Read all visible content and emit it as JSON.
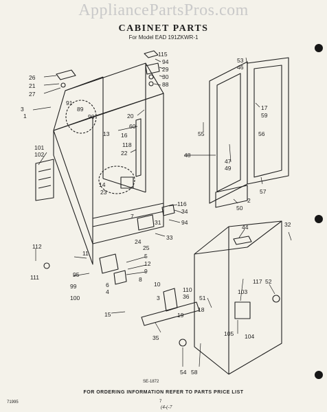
{
  "header": {
    "watermark": "AppliancePartsPros.com",
    "title": "CABINET PARTS",
    "subtitle": "For Model EAD 191ZKWR-1"
  },
  "footer": {
    "diagram_code": "SE-1872",
    "note": "FOR ORDERING INFORMATION REFER TO PARTS PRICE LIST",
    "corner_code": "71995",
    "page_ref": "7",
    "handwritten_ref": "(4-(-7"
  },
  "callouts": [
    "115",
    "94",
    "29",
    "30",
    "88",
    "26",
    "21",
    "27",
    "3",
    "91",
    "89",
    "90",
    "1",
    "20",
    "60",
    "13",
    "16",
    "118",
    "22",
    "101",
    "102",
    "14",
    "23",
    "53",
    "46",
    "17",
    "59",
    "55",
    "56",
    "48",
    "47",
    "49",
    "57",
    "50",
    "2",
    "116",
    "34",
    "7",
    "31",
    "94",
    "24",
    "33",
    "25",
    "32",
    "44",
    "112",
    "111",
    "11",
    "5",
    "12",
    "9",
    "95",
    "8",
    "99",
    "10",
    "100",
    "6",
    "4",
    "15",
    "3",
    "110",
    "36",
    "51",
    "18",
    "19",
    "35",
    "103",
    "117",
    "52",
    "105",
    "104",
    "54",
    "58"
  ],
  "colors": {
    "ink": "#1e1e1e",
    "paper": "#f4f2ea",
    "watermark": "#c9c9c9"
  }
}
